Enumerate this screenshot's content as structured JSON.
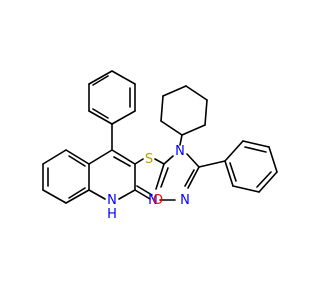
{
  "molecule": {
    "bond_color": "#000000",
    "atoms": {
      "nh_h": "H",
      "nh_n": "N",
      "carbonyl_o": "O",
      "thio_s": "S",
      "triazole_n4": "N",
      "triazole_n2": "N",
      "triazole_n1": "N"
    },
    "colors": {
      "nitrogen": "#0000ff",
      "oxygen": "#ff0000",
      "sulfur": "#b8a000",
      "hydrogen": "#0000ff"
    }
  }
}
